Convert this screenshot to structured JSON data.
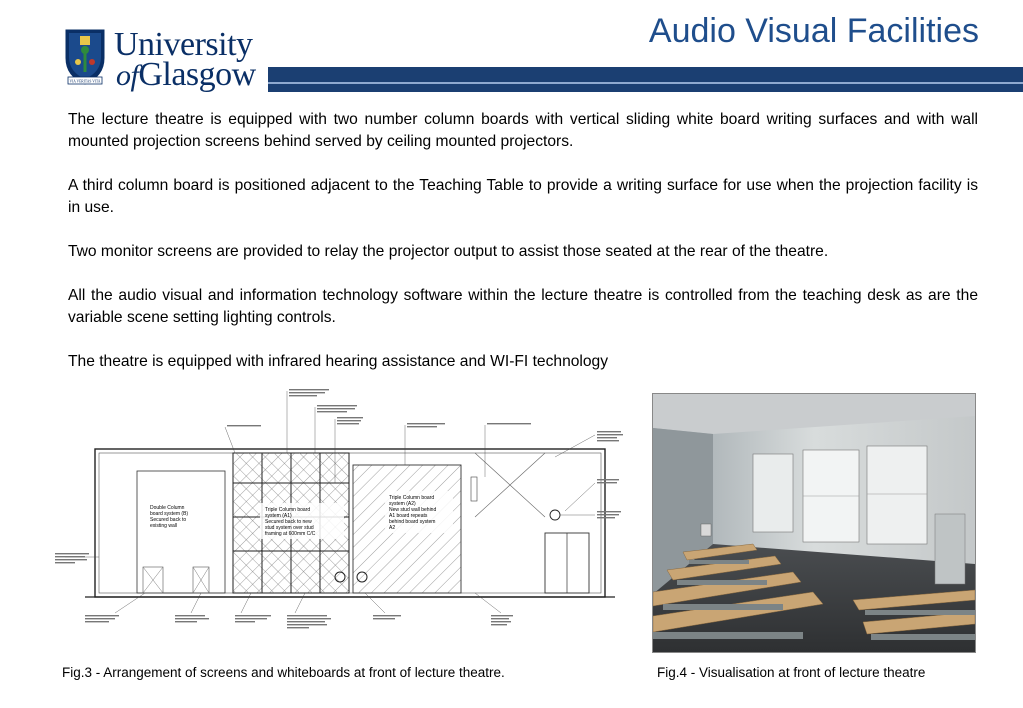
{
  "header": {
    "logo_line1": "University",
    "logo_line2_of": "of",
    "logo_line2_rest": "Glasgow",
    "logo_motto": "VIA VERITAS VITA",
    "title": "Audio Visual Facilities",
    "brand_color": "#1b3f72",
    "title_color": "#1f4e8c"
  },
  "body": {
    "paragraphs": [
      "The lecture theatre is equipped with two number column boards with vertical sliding white board writing surfaces and with wall mounted projection screens behind served by ceiling mounted projectors.",
      "A third column board is positioned adjacent to the Teaching Table to provide a writing surface for use when the projection facility is in use.",
      "Two monitor screens are provided to relay the projector output to assist those seated at the rear of the theatre.",
      "All the audio visual and information technology software within the lecture theatre is controlled from the teaching desk as are the variable scene setting lighting controls.",
      "The theatre is equipped with infrared hearing assistance and WI-FI technology"
    ]
  },
  "figures": {
    "fig3": {
      "caption": "Fig.3 - Arrangement of screens and whiteboards at front of lecture theatre.",
      "labels": {
        "left_board_1": "Double Column",
        "left_board_2": "board system (B)",
        "left_board_3": "Secured back to",
        "left_board_4": "existing wall",
        "mid_board_1": "Triple Column board",
        "mid_board_2": "system (A1)",
        "mid_board_3": "Secured back to new",
        "mid_board_4": "stud system over stud",
        "mid_board_5": "framing at 600mm C/C",
        "right_board_1": "Triple Column board",
        "right_board_2": "system (A2)",
        "right_board_3": "New stud wall behind",
        "right_board_4": "A1 board repeats",
        "right_board_5": "behind board system",
        "right_board_6": "A2"
      }
    },
    "fig4": {
      "caption": "Fig.4 - Visualisation at front of lecture theatre"
    }
  }
}
